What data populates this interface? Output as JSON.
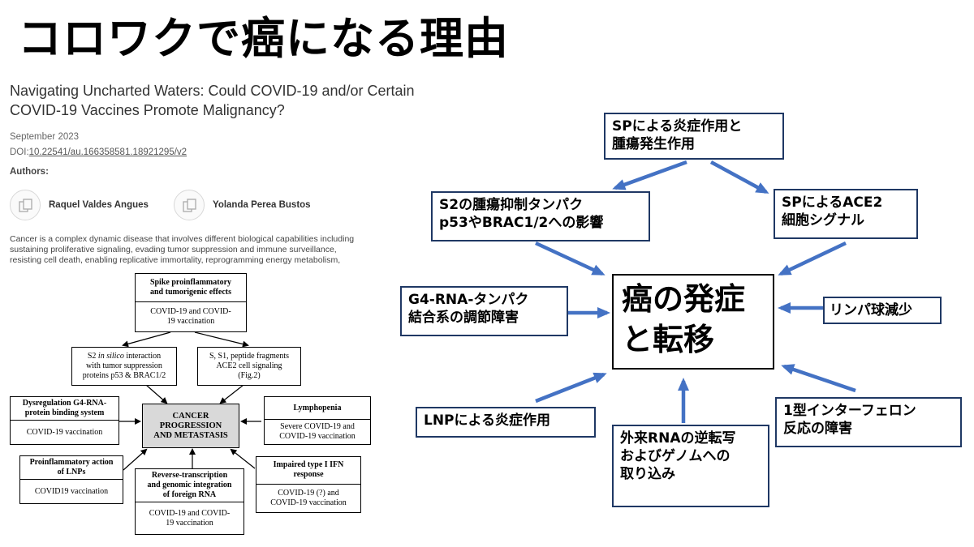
{
  "slide_title": "コロワクで癌になる理由",
  "paper": {
    "title_line1": "Navigating Uncharted Waters: Could COVID-19 and/or Certain",
    "title_line2": "COVID-19 Vaccines Promote Malignancy?",
    "date": "September 2023",
    "doi_label": "DOI:",
    "doi_value": "10.22541/au.166358581.18921295/v2",
    "authors_label": "Authors:",
    "author1": "Raquel Valdes Angues",
    "author2": "Yolanda Perea Bustos",
    "abstract_line1": "Cancer is a complex dynamic disease that involves different biological capabilities including",
    "abstract_line2": "sustaining proliferative signaling, evading tumor suppression and immune surveillance,",
    "abstract_line3": "resisting cell death, enabling replicative immortality, reprogramming energy metabolism,"
  },
  "left_diagram": {
    "spike": {
      "head_line1": "Spike proinflammatory",
      "head_line2": "and tumorigenic effects",
      "body_line1": "COVID-19 and COVID-",
      "body_line2": "19 vaccination"
    },
    "s2": {
      "line1_pre": "S2 ",
      "line1_em": "in silico",
      "line1_post": " interaction",
      "line2": "with tumor suppression",
      "line3": "proteins p53 & BRAC1/2"
    },
    "s1": {
      "line1": "S, S1, peptide fragments",
      "line2": "ACE2 cell signaling",
      "line3": "(Fig.2)"
    },
    "g4": {
      "head_line1": "Dysregulation G4-RNA-",
      "head_line2": "protein binding system",
      "body": "COVID-19 vaccination"
    },
    "center": {
      "line1": "CANCER",
      "line2": "PROGRESSION",
      "line3": "AND METASTASIS"
    },
    "lympho": {
      "head": "Lymphopenia",
      "body_line1": "Severe COVID-19 and",
      "body_line2": "COVID-19 vaccination"
    },
    "lnp": {
      "head_line1": "Proinflammatory action",
      "head_line2": "of LNPs",
      "body": "COVID19 vaccination"
    },
    "rt": {
      "head_line1": "Reverse-transcription",
      "head_line2": "and genomic integration",
      "head_line3": "of foreign RNA",
      "body_line1": "COVID-19 and COVID-",
      "body_line2": "19 vaccination"
    },
    "ifn": {
      "head_line1": "Impaired type I IFN",
      "head_line2": "response",
      "body_line1": "COVID-19 (?) and",
      "body_line2": "COVID-19 vaccination"
    }
  },
  "right_diagram": {
    "sp_top": {
      "line1": "SPによる炎症作用と",
      "line2": "腫瘍発生作用"
    },
    "s2": {
      "line1": "S2の腫瘍抑制タンパク",
      "line2": "p53やBRAC1/2への影響"
    },
    "ace2": {
      "line1": "SPによるACE2",
      "line2": "細胞シグナル"
    },
    "g4": {
      "line1": "G4-RNA-タンパク",
      "line2": "結合系の調節障害"
    },
    "center": {
      "line1": "癌の発症",
      "line2": "と転移"
    },
    "lympho": {
      "line1": "リンパ球減少"
    },
    "lnp": {
      "line1": "LNPによる炎症作用"
    },
    "rna": {
      "line1": "外来RNAの逆転写",
      "line2": "およびゲノムへの",
      "line3": "取り込み"
    },
    "ifn": {
      "line1": "1型インターフェロン",
      "line2": "反応の障害"
    }
  },
  "colors": {
    "arrow": "#4472c4",
    "box_border": "#1f3864",
    "center_fill_left": "#d9d9d9"
  }
}
